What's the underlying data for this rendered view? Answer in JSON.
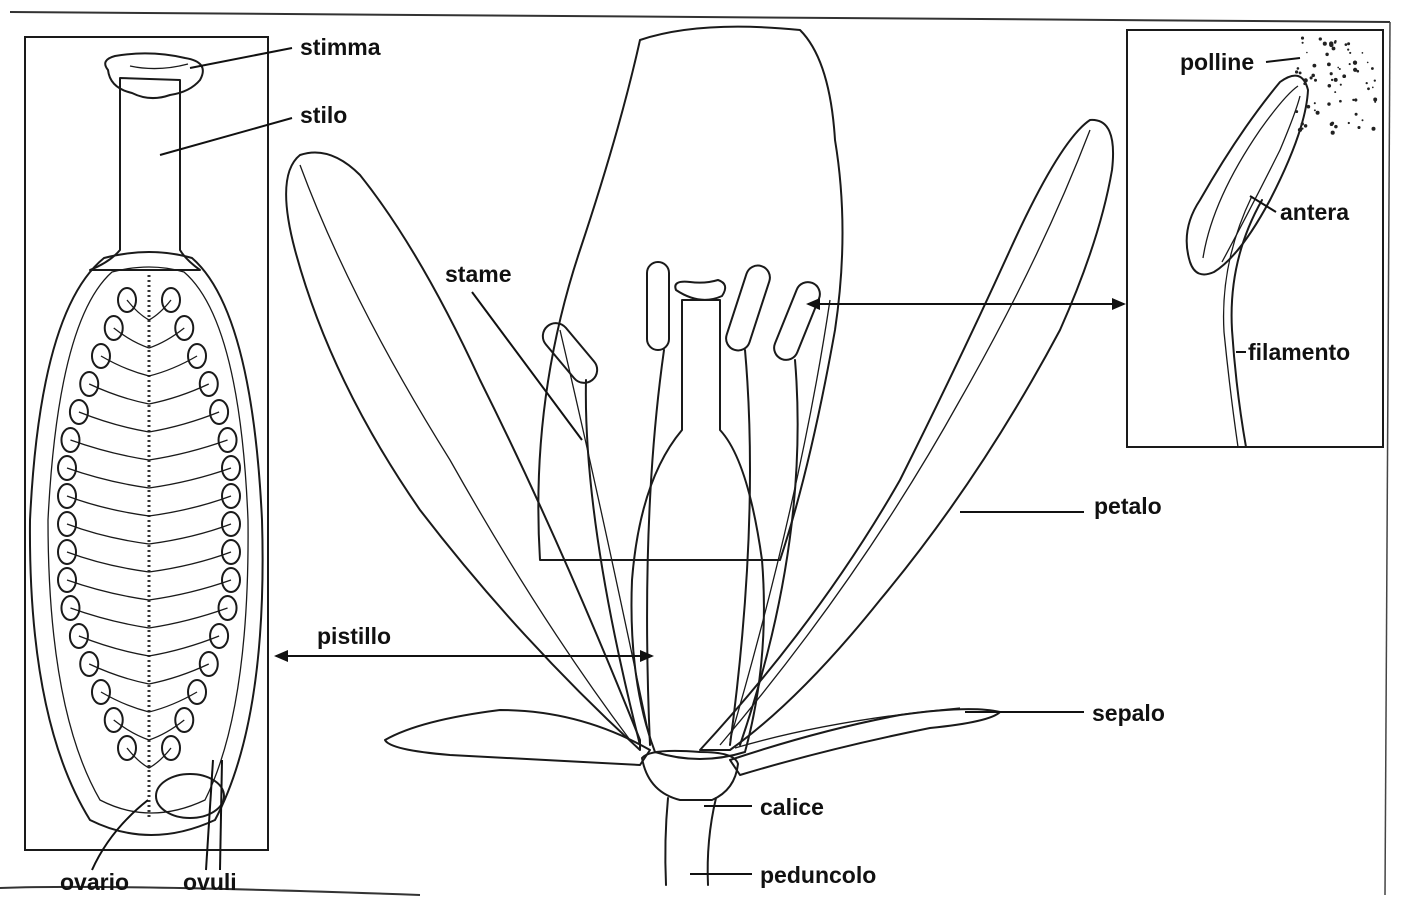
{
  "labels": {
    "stimma": "stimma",
    "stilo": "stilo",
    "ovario": "ovario",
    "ovuli": "ovuli",
    "stame": "stame",
    "pistillo": "pistillo",
    "polline": "polline",
    "antera": "antera",
    "filamento": "filamento",
    "petalo": "petalo",
    "sepalo": "sepalo",
    "calice": "calice",
    "peduncolo": "peduncolo"
  }
}
